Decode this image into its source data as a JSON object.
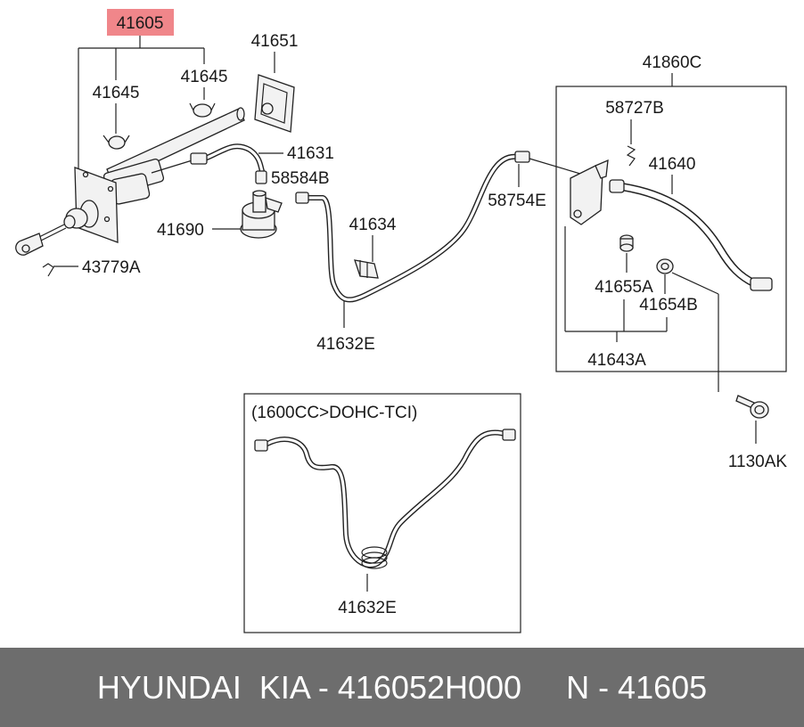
{
  "labels": {
    "highlighted": "41605",
    "p41645a": "41645",
    "p41645b": "41645",
    "p41651": "41651",
    "p41631": "41631",
    "p58584B": "58584B",
    "p41690": "41690",
    "p43779A": "43779A",
    "p41634": "41634",
    "p41632E": "41632E",
    "p58754E": "58754E",
    "p41860C": "41860C",
    "p58727B": "58727B",
    "p41640": "41640",
    "p41655A": "41655A",
    "p41654B": "41654B",
    "p41643A": "41643A",
    "p1130AK": "1130AK"
  },
  "inset": {
    "title": "(1600CC>DOHC-TCI)",
    "part_label": "41632E"
  },
  "footer": {
    "text": "HYUNDAI  KIA - 416052H000     N - 41605"
  },
  "colors": {
    "highlight": "#f0868a",
    "footer_bg": "#6d6d6d",
    "footer_text": "#ffffff"
  }
}
